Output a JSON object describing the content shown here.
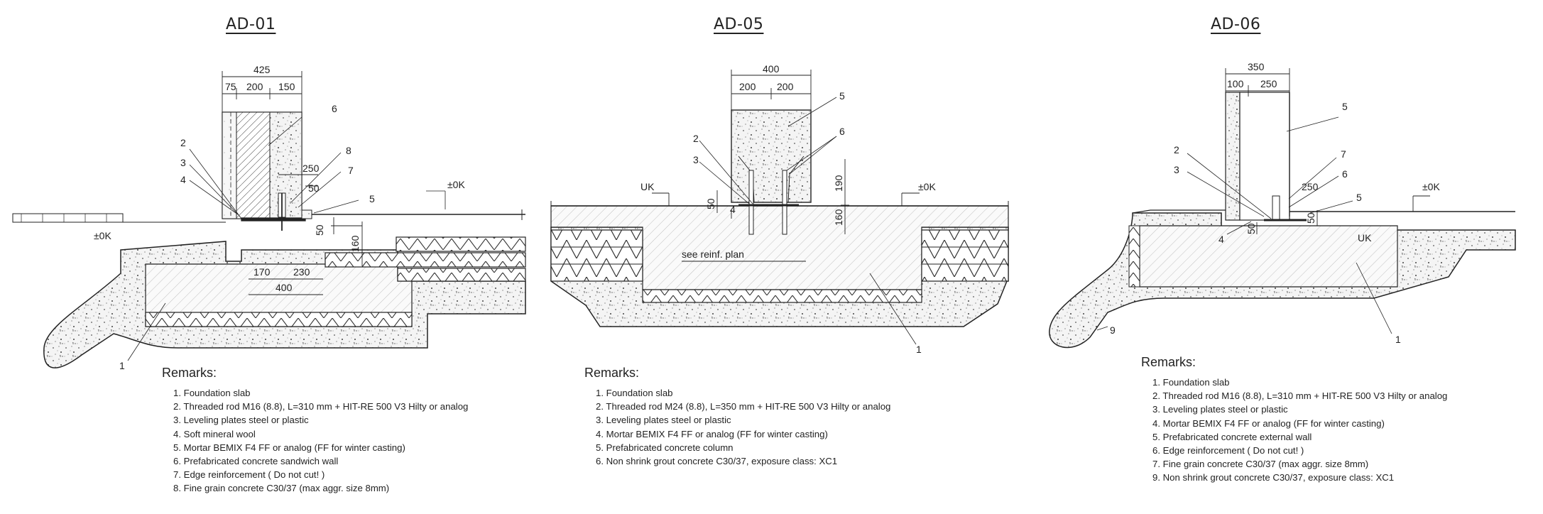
{
  "details": [
    {
      "title": "AD-01",
      "dims": {
        "d425": "425",
        "d75": "75",
        "d200": "200",
        "d150": "150",
        "d250": "250",
        "d50a": "50",
        "d50b": "50",
        "d160": "160",
        "d170": "170",
        "d230": "230",
        "d400": "400"
      },
      "levels": {
        "zero_right": "±0K",
        "zero_left": "±0K"
      },
      "callouts": [
        "1",
        "2",
        "3",
        "4",
        "5",
        "6",
        "7",
        "8"
      ],
      "remarks_title": "Remarks:",
      "remarks": [
        "1. Foundation slab",
        "2. Threaded rod M16 (8.8), L=310 mm + HIT-RE 500 V3 Hilty or analog",
        "3. Leveling plates steel or plastic",
        "4. Soft mineral wool",
        "5. Mortar BEMIX F4 FF or analog (FF for winter casting)",
        "6. Prefabricated concrete sandwich wall",
        "7. Edge reinforcement  ( Do not cut! )",
        "8. Fine grain concrete C30/37 (max aggr. size 8mm)"
      ]
    },
    {
      "title": "AD-05",
      "dims": {
        "d400": "400",
        "d200a": "200",
        "d200b": "200",
        "d190": "190",
        "d160": "160",
        "d50": "50"
      },
      "levels": {
        "uk": "UK",
        "zero": "±0K"
      },
      "note": "see reinf. plan",
      "callouts": [
        "1",
        "2",
        "3",
        "4",
        "5",
        "6"
      ],
      "remarks_title": "Remarks:",
      "remarks": [
        "1. Foundation slab",
        "2. Threaded rod M24 (8.8), L=350 mm + HIT-RE 500 V3 Hilty or analog",
        "3. Leveling plates steel or plastic",
        "4. Mortar BEMIX F4 FF or analog (FF for winter casting)",
        "5. Prefabricated concrete column",
        "6. Non shrink grout concrete C30/37, exposure class: XC1"
      ]
    },
    {
      "title": "AD-06",
      "dims": {
        "d350": "350",
        "d100": "100",
        "d250": "250",
        "d250b": "250",
        "d50a": "50",
        "d50b": "50"
      },
      "levels": {
        "zero": "±0K",
        "uk": "UK"
      },
      "callouts": [
        "1",
        "2",
        "3",
        "4",
        "5",
        "6",
        "7",
        "9"
      ],
      "remarks_title": "Remarks:",
      "remarks": [
        "1. Foundation slab",
        "2. Threaded rod M16 (8.8), L=310 mm + HIT-RE 500 V3 Hilty or analog",
        "3. Leveling plates steel or plastic",
        "4. Mortar BEMIX F4 FF or analog (FF for winter casting)",
        "5. Prefabricated concrete external wall",
        "6. Edge reinforcement  ( Do not cut! )",
        "7. Fine grain concrete C30/37 (max aggr. size 8mm)",
        "9. Non shrink grout concrete C30/37, exposure class: XC1"
      ]
    }
  ]
}
